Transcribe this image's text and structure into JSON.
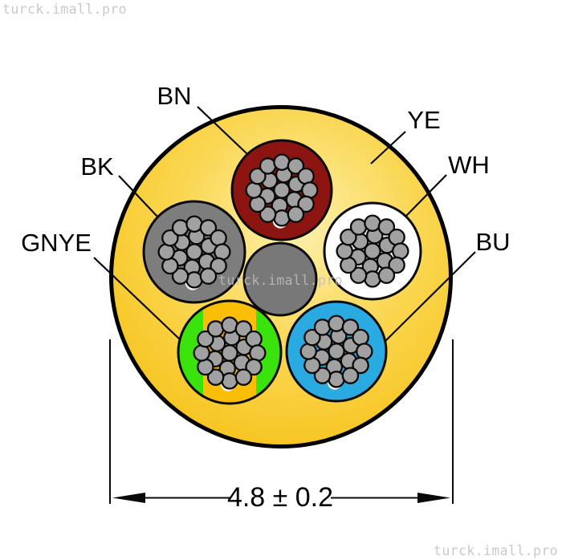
{
  "watermark": {
    "text": "turck.imall.pro"
  },
  "diagram": {
    "type": "cable-cross-section",
    "jacket": {
      "label": "YE",
      "color_light": "#FDF0AC",
      "color_mid": "#FAD64F",
      "color_edge": "#F6C117"
    },
    "filler": {
      "color": "#787878"
    },
    "strand_color": "#A1A1A1",
    "conductors": [
      {
        "label": "BN",
        "color": "#8C1411",
        "strand_count": 19
      },
      {
        "label": "BK",
        "color": "#7D7D7D",
        "strand_count": 19
      },
      {
        "label": "WH",
        "color": "#FFFFFF",
        "strand_count": 19
      },
      {
        "label": "GNYE",
        "color": "#3BE30C",
        "stripe_color": "#FBBE06",
        "strand_count": 19
      },
      {
        "label": "BU",
        "color": "#29ABE2",
        "strand_count": 19
      }
    ],
    "dimension": {
      "text": "4.8 ± 0.2"
    }
  }
}
